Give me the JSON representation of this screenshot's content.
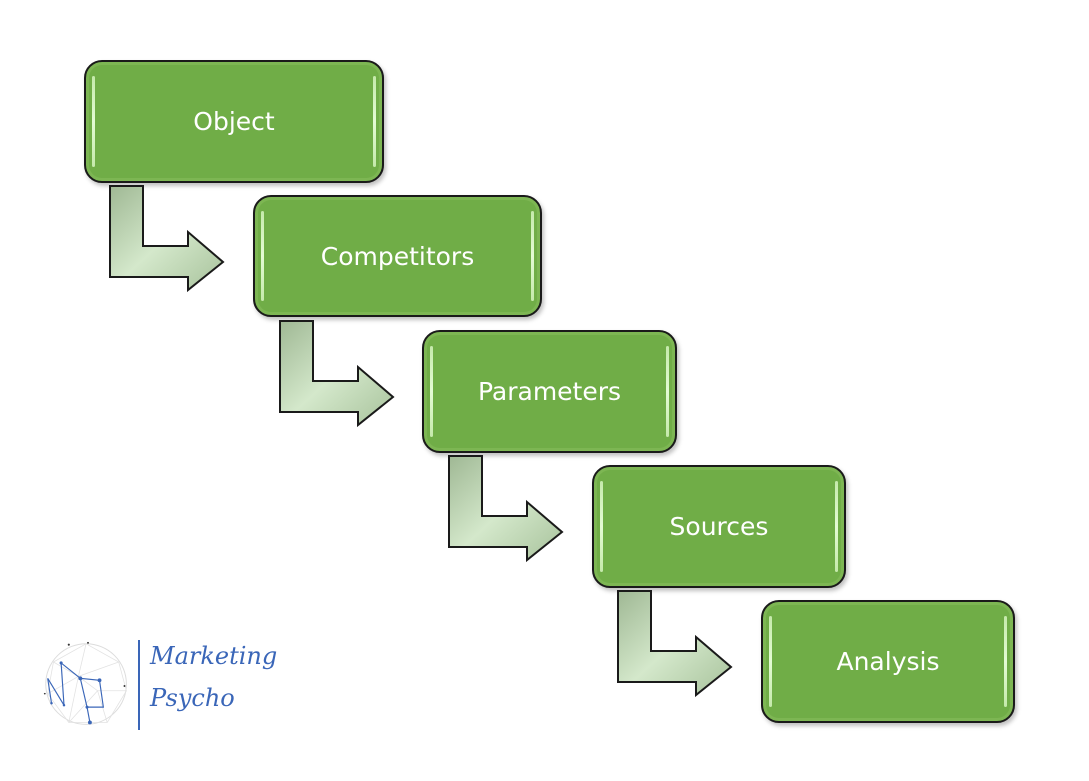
{
  "diagram": {
    "type": "staircase-process-flow",
    "steps": [
      {
        "label": "Object"
      },
      {
        "label": "Competitors"
      },
      {
        "label": "Parameters"
      },
      {
        "label": "Sources"
      },
      {
        "label": "Analysis"
      }
    ],
    "colors": {
      "box_fill": "#70ad47",
      "box_border": "#1a1a1a",
      "box_text": "#ffffff",
      "arrow_fill": "#c5dbbd",
      "arrow_border": "#1a1a1a"
    }
  },
  "logo": {
    "line1": "Marketing",
    "line2": "Psycho",
    "color": "#3a66b8"
  }
}
